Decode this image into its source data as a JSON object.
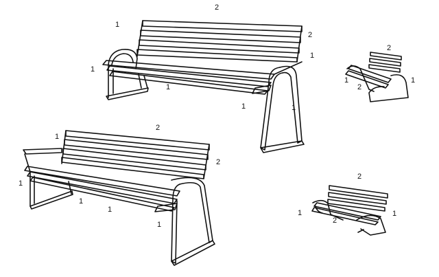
{
  "figure": {
    "bench_large_top": {
      "labels": [
        "1",
        "2",
        "2",
        "1",
        "1",
        "1",
        "1",
        "1"
      ]
    },
    "bench_small_top": {
      "labels": [
        "2",
        "1",
        "2",
        "1"
      ]
    },
    "bench_large_bottom": {
      "labels": [
        "2",
        "1",
        "2",
        "1",
        "1",
        "1",
        "1"
      ]
    },
    "bench_small_bottom": {
      "labels": [
        "2",
        "1",
        "2",
        "1"
      ]
    }
  }
}
